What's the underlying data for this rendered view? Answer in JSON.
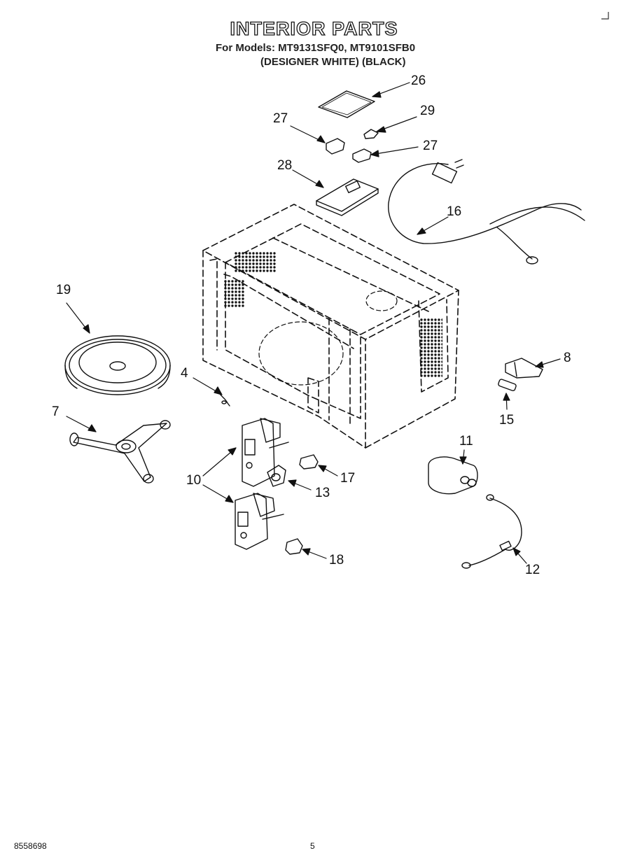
{
  "header": {
    "title": "INTERIOR PARTS",
    "models_line": "For Models: MT9131SFQ0, MT9101SFB0",
    "variants_line": "(DESIGNER WHITE)  (BLACK)"
  },
  "callouts": {
    "c26": "26",
    "c27a": "27",
    "c29": "29",
    "c27b": "27",
    "c28": "28",
    "c16": "16",
    "c19": "19",
    "c4": "4",
    "c8": "8",
    "c15": "15",
    "c7": "7",
    "c10a": "10",
    "c17": "17",
    "c13": "13",
    "c11": "11",
    "c18": "18",
    "c12": "12"
  },
  "footer": {
    "doc_number": "8558698",
    "page_number": "5"
  },
  "icons": {
    "corner": "corner-mark-icon"
  }
}
